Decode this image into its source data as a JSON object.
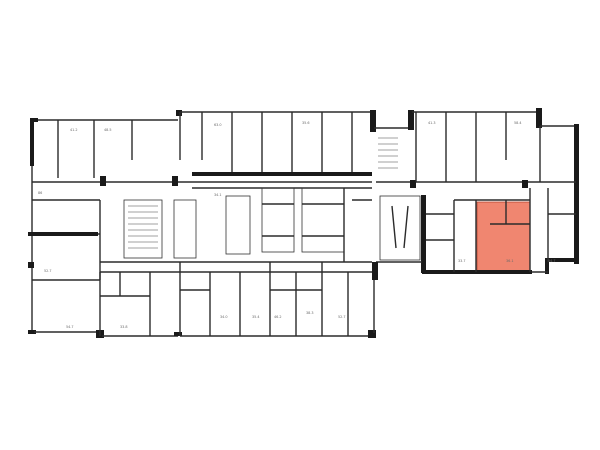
{
  "plan": {
    "highlight_color": "#f08670",
    "wall_color": "#1a1a1a",
    "units": [
      {
        "id": "u1",
        "label": "41.2"
      },
      {
        "id": "u2",
        "label": "48.5"
      },
      {
        "id": "u3",
        "label": "63.0"
      },
      {
        "id": "u4",
        "label": "35.6"
      },
      {
        "id": "u5",
        "label": "41.3"
      },
      {
        "id": "u6",
        "label": "58.4"
      },
      {
        "id": "u7",
        "label": "86"
      },
      {
        "id": "u8",
        "label": "52.7"
      },
      {
        "id": "u9",
        "label": "34.1"
      },
      {
        "id": "u10",
        "label": "54.7"
      },
      {
        "id": "u11",
        "label": "33.8"
      },
      {
        "id": "u12",
        "label": "34.0"
      },
      {
        "id": "u13",
        "label": "35.4"
      },
      {
        "id": "u14",
        "label": "46.2"
      },
      {
        "id": "u15",
        "label": "38.3"
      },
      {
        "id": "u16",
        "label": "52.7"
      },
      {
        "id": "u17",
        "label": "33.7"
      },
      {
        "id": "u18",
        "label": "36.1"
      },
      {
        "id": "u19",
        "label": "54.7"
      }
    ],
    "highlighted_unit": "u18"
  }
}
